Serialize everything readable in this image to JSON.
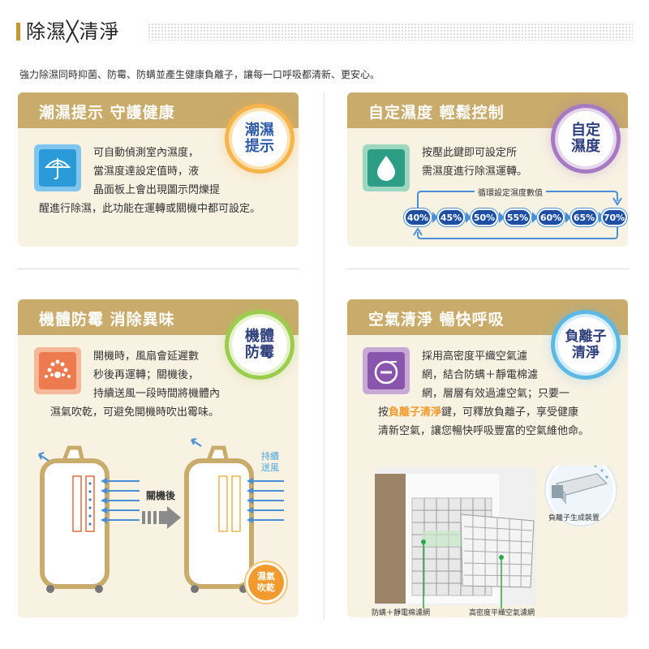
{
  "page": {
    "title": "除濕╳清淨",
    "intro": "強力除濕同時抑菌、防霉、防螨並產生健康負離子，讓每一口呼吸都清新、更安心。"
  },
  "cards": {
    "humidity_alert": {
      "header": "潮濕提示 守護健康",
      "badge": "潮濕\n提示",
      "icon": "umbrella-icon",
      "lines": [
        "可自動偵測室內濕度，",
        "當濕度達設定值時，液",
        "晶面板上會出現圖示閃爍提",
        "醒進行除濕，此功能在運轉或關機中都可設定。"
      ]
    },
    "custom_humidity": {
      "header": "自定濕度 輕鬆控制",
      "badge": "自定\n濕度",
      "icon": "water-drop-icon",
      "lines": [
        "按壓此鍵即可設定所",
        "需濕度進行除濕運轉。"
      ],
      "cycle_label": "循環設定濕度數值",
      "cycle_values": [
        "40%",
        "45%",
        "50%",
        "55%",
        "60%",
        "65%",
        "70%"
      ]
    },
    "mold_prevention": {
      "header": "機體防霉 消除異味",
      "badge": "機體\n防霉",
      "icon": "fan-dots-icon",
      "lines": [
        "開機時，風扇會延遲數",
        "秒後再運轉；關機後，",
        "持續送風一段時間將機體內",
        "濕氣吹乾，可避免開機時吹出霉味。"
      ],
      "after_off_label": "關機後",
      "keep_fan_label": "持續\n送風",
      "dry_label": "濕氣\n吹乾"
    },
    "air_purify": {
      "header": "空氣清淨 暢快呼吸",
      "badge": "負離子\n清淨",
      "icon": "ionizer-icon",
      "lines": [
        "採用高密度平織空氣濾",
        "網，結合防螨＋靜電棉濾",
        "網，層層有效過濾空氣；只要一"
      ],
      "line4_prefix": "按",
      "line4_highlight": "負離子清淨",
      "line4_suffix": "鍵，可釋放負離子，享受健康",
      "line5": "清新空氣，讓您暢快呼吸豐富的空氣維他命。",
      "ion_label": "負離子生成裝置",
      "filter1_label": "防螨＋靜電棉濾網",
      "filter2_label": "高密度平織空氣濾網"
    }
  },
  "colors": {
    "header_gold": "#c9ab6b",
    "card_bg": "#f8f2e3",
    "pill_blue": "#1f4fa3",
    "highlight_orange": "#f29a2e"
  }
}
